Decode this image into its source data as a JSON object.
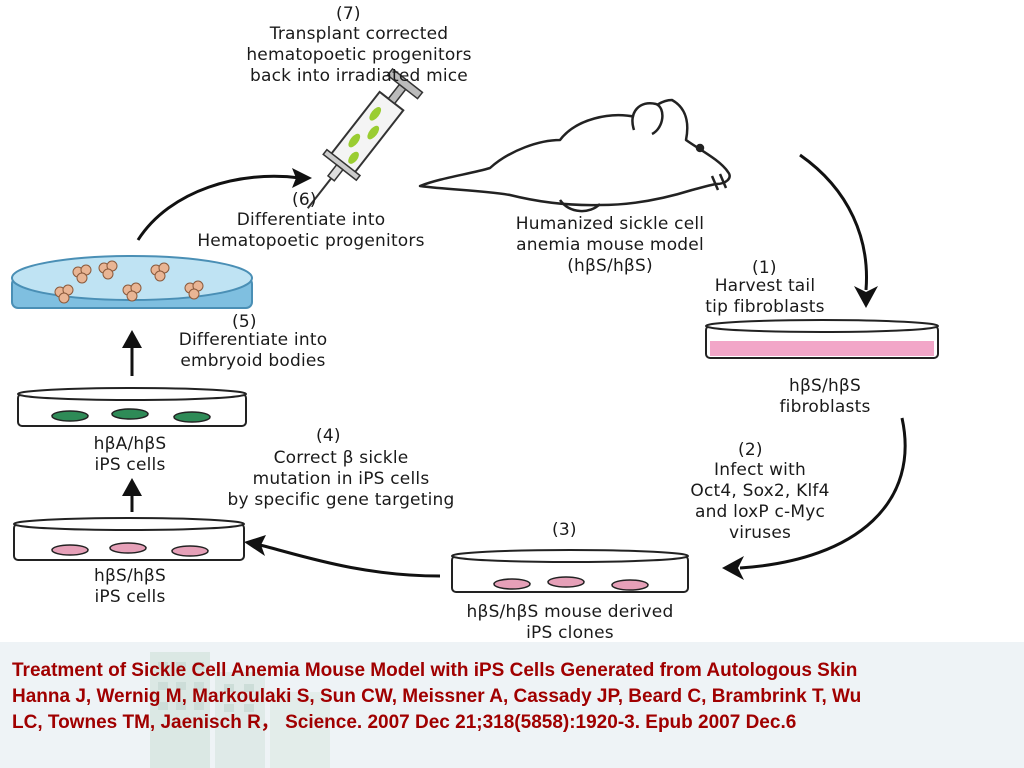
{
  "diagram": {
    "step7": {
      "num": "(7)",
      "lines": [
        "Transplant corrected",
        "hematopoetic progenitors",
        "back into irradiated mice"
      ]
    },
    "mouse": {
      "lines": [
        "Humanized sickle cell",
        "anemia mouse model",
        "(hβS/hβS)"
      ]
    },
    "step1": {
      "num": "(1)",
      "lines": [
        "Harvest tail",
        "tip fibroblasts"
      ]
    },
    "fibroblasts": {
      "lines": [
        "hβS/hβS",
        "fibroblasts"
      ]
    },
    "step2": {
      "num": "(2)",
      "lines": [
        "Infect with",
        "Oct4, Sox2, Klf4",
        "and loxP c-Myc",
        "viruses"
      ]
    },
    "step3": {
      "num": "(3)",
      "lines": [
        "hβS/hβS mouse derived",
        "iPS clones"
      ]
    },
    "ips_cells": {
      "lines": [
        "hβS/hβS",
        "iPS cells"
      ]
    },
    "step4": {
      "num": "(4)",
      "lines": [
        "Correct β sickle",
        "mutation in iPS cells",
        "by specific gene targeting"
      ]
    },
    "corrected_cells": {
      "lines": [
        "hβA/hβS",
        "iPS cells"
      ]
    },
    "step5": {
      "num": "(5)",
      "lines": [
        "Differentiate into",
        "embryoid bodies"
      ]
    },
    "step6": {
      "num": "(6)",
      "lines": [
        "Differentiate into",
        "Hematopoetic progenitors"
      ]
    }
  },
  "caption": {
    "line1": "Treatment of Sickle Cell Anemia Mouse Model with iPS Cells Generated from Autologous Skin",
    "line2": "Hanna J, Wernig M, Markoulaki S, Sun CW, Meissner A, Cassady JP, Beard C, Brambrink T, Wu",
    "line3": "LC, Townes TM, Jaenisch R，  Science. 2007 Dec 21;318(5858):1920-3. Epub 2007 Dec.6"
  },
  "colors": {
    "caption_text": "#a00000",
    "pink_medium": "#f2a6c8",
    "green_colony": "#2e8b57",
    "pink_colony": "#e6a0b8",
    "eb_dish": "#7fbfe0",
    "syringe_fluid": "#9acd32"
  }
}
